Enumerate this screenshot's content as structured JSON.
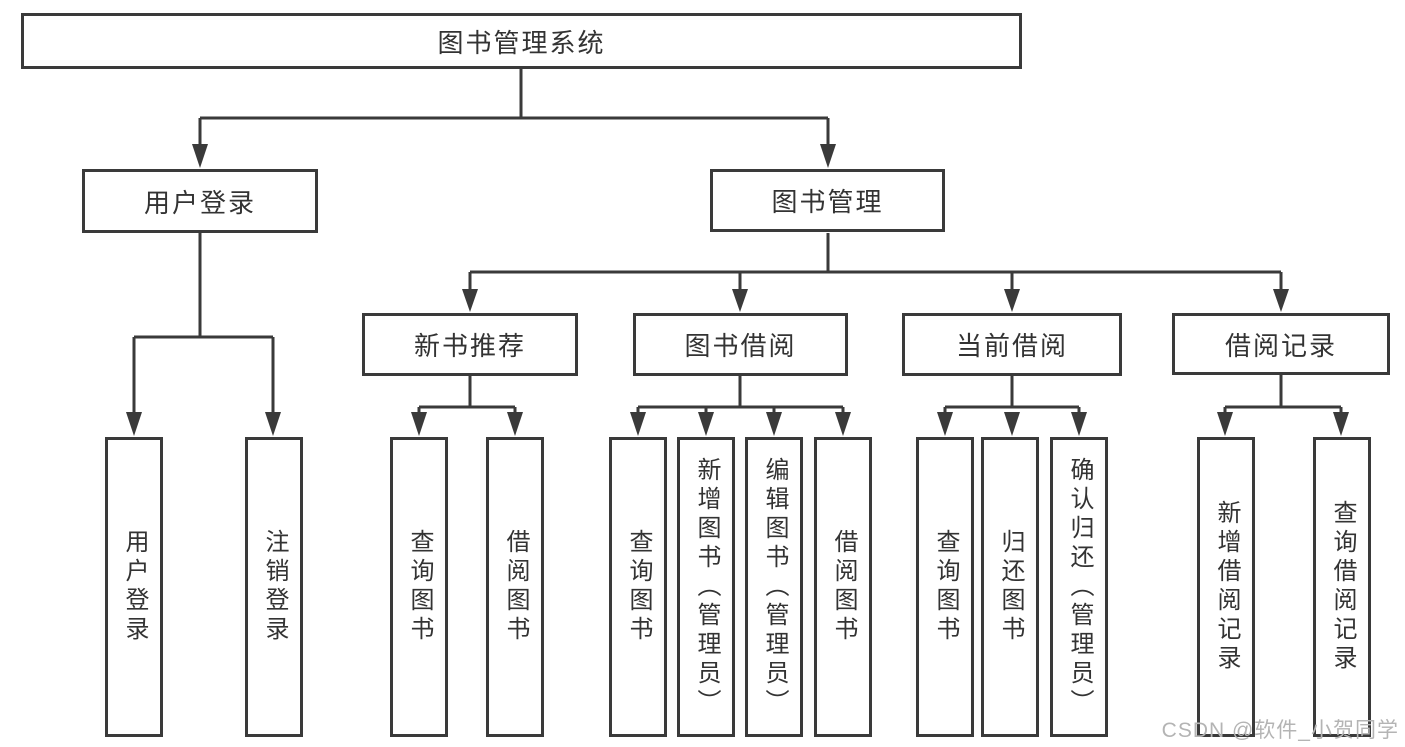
{
  "diagram": {
    "root": {
      "label": "图书管理系统"
    },
    "branches": {
      "login": {
        "label": "用户登录"
      },
      "management": {
        "label": "图书管理"
      }
    },
    "sections": {
      "recommend": {
        "label": "新书推荐"
      },
      "borrow": {
        "label": "图书借阅"
      },
      "current": {
        "label": "当前借阅"
      },
      "records": {
        "label": "借阅记录"
      }
    },
    "leaves": {
      "login": [
        "用户登录",
        "注销登录"
      ],
      "recommend": [
        "查询图书",
        "借阅图书"
      ],
      "borrow": [
        "查询图书",
        "新增图书（管理员）",
        "编辑图书（管理员）",
        "借阅图书"
      ],
      "current": [
        "查询图书",
        "归还图书",
        "确认归还（管理员）"
      ],
      "records": [
        "新增借阅记录",
        "查询借阅记录"
      ]
    },
    "colors": {
      "line": "#3a3a3a",
      "text": "#333333",
      "watermark": "#b4b4b4"
    }
  },
  "watermark": {
    "text": "CSDN @软件_小贺同学"
  }
}
